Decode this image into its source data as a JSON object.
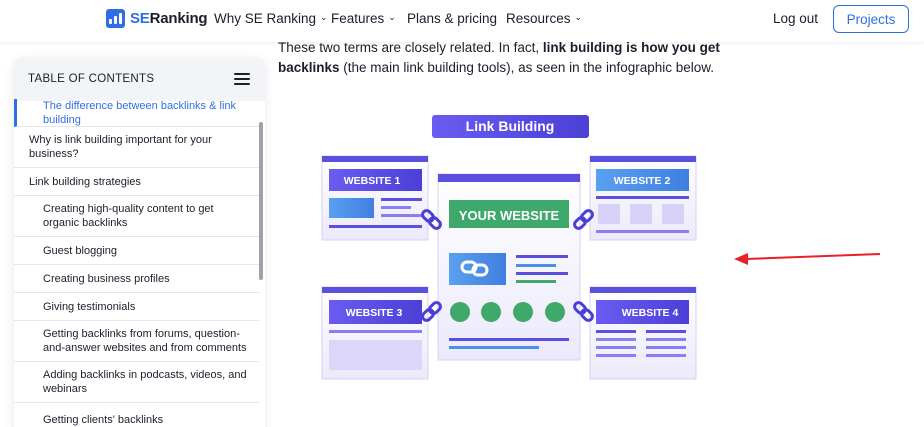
{
  "header": {
    "logo_text_blue": "SE",
    "logo_text_dark": "Ranking",
    "nav": [
      {
        "label": "Why SE Ranking",
        "has_dropdown": true
      },
      {
        "label": "Features",
        "has_dropdown": true
      },
      {
        "label": "Plans & pricing",
        "has_dropdown": false
      },
      {
        "label": "Resources",
        "has_dropdown": true
      }
    ],
    "logout": "Log out",
    "projects": "Projects",
    "accent_color": "#2f6fe4"
  },
  "article": {
    "line1_plain": "These two terms are closely related. In fact, ",
    "line1_bold": "link building is how you get",
    "line2_bold": "backlinks",
    "line2_plain": " (the main link building tools), as seen in the infographic below."
  },
  "toc": {
    "title": "TABLE OF CONTENTS",
    "items": [
      {
        "label": "The difference between backlinks & link building",
        "level": 1,
        "active": true
      },
      {
        "label": "Why is link building important for your business?",
        "level": 1,
        "active": false
      },
      {
        "label": "Link building strategies",
        "level": 1,
        "active": false
      },
      {
        "label": "Creating high-quality content to get organic backlinks",
        "level": 2,
        "active": false
      },
      {
        "label": "Guest blogging",
        "level": 2,
        "active": false
      },
      {
        "label": "Creating business profiles",
        "level": 2,
        "active": false
      },
      {
        "label": "Giving testimonials",
        "level": 2,
        "active": false
      },
      {
        "label": "Getting backlinks from forums, question-and-answer websites and from comments",
        "level": 2,
        "active": false
      },
      {
        "label": "Adding backlinks in podcasts, videos, and webinars",
        "level": 2,
        "active": false
      },
      {
        "label": "Getting clients' backlinks",
        "level": 2,
        "active": false
      }
    ]
  },
  "infographic": {
    "title": "Link Building",
    "center": "YOUR WEBSITE",
    "sites": [
      "WEBSITE 1",
      "WEBSITE 2",
      "WEBSITE 3",
      "WEBSITE 4"
    ],
    "colors": {
      "purple": "#5b4fe0",
      "blue": "#4a8fe8",
      "green": "#3fa86b",
      "arrow": "#e8202a"
    }
  }
}
